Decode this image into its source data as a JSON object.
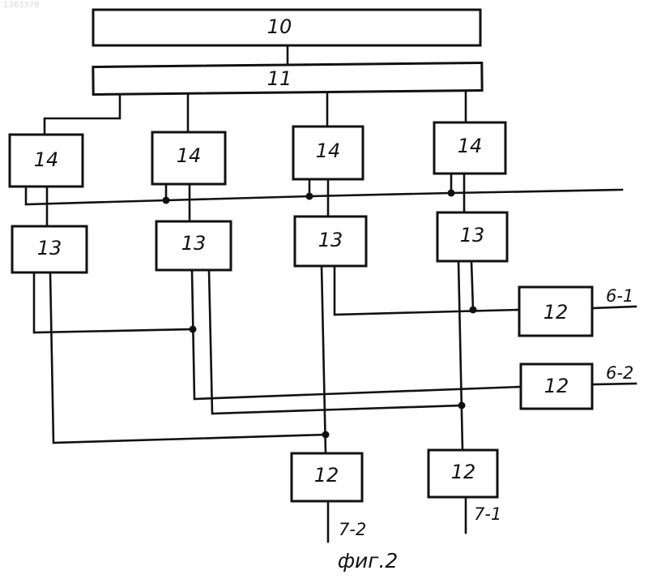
{
  "figure": {
    "watermark": "1363378",
    "caption": "фиг.2",
    "colors": {
      "ink": "#111111",
      "paper": "#ffffff"
    }
  },
  "blocks": {
    "bus_10": "10",
    "bus_11": "11",
    "b14_1": "14",
    "b14_2": "14",
    "b14_3": "14",
    "b14_4": "14",
    "b13_1": "13",
    "b13_2": "13",
    "b13_3": "13",
    "b13_4": "13",
    "b12_a": "12",
    "b12_b": "12",
    "b12_c": "12",
    "b12_d": "12"
  },
  "ports": {
    "in_6_1": "6-1",
    "in_6_2": "6-2",
    "out_7_2": "7-2",
    "out_7_1": "7-1"
  }
}
